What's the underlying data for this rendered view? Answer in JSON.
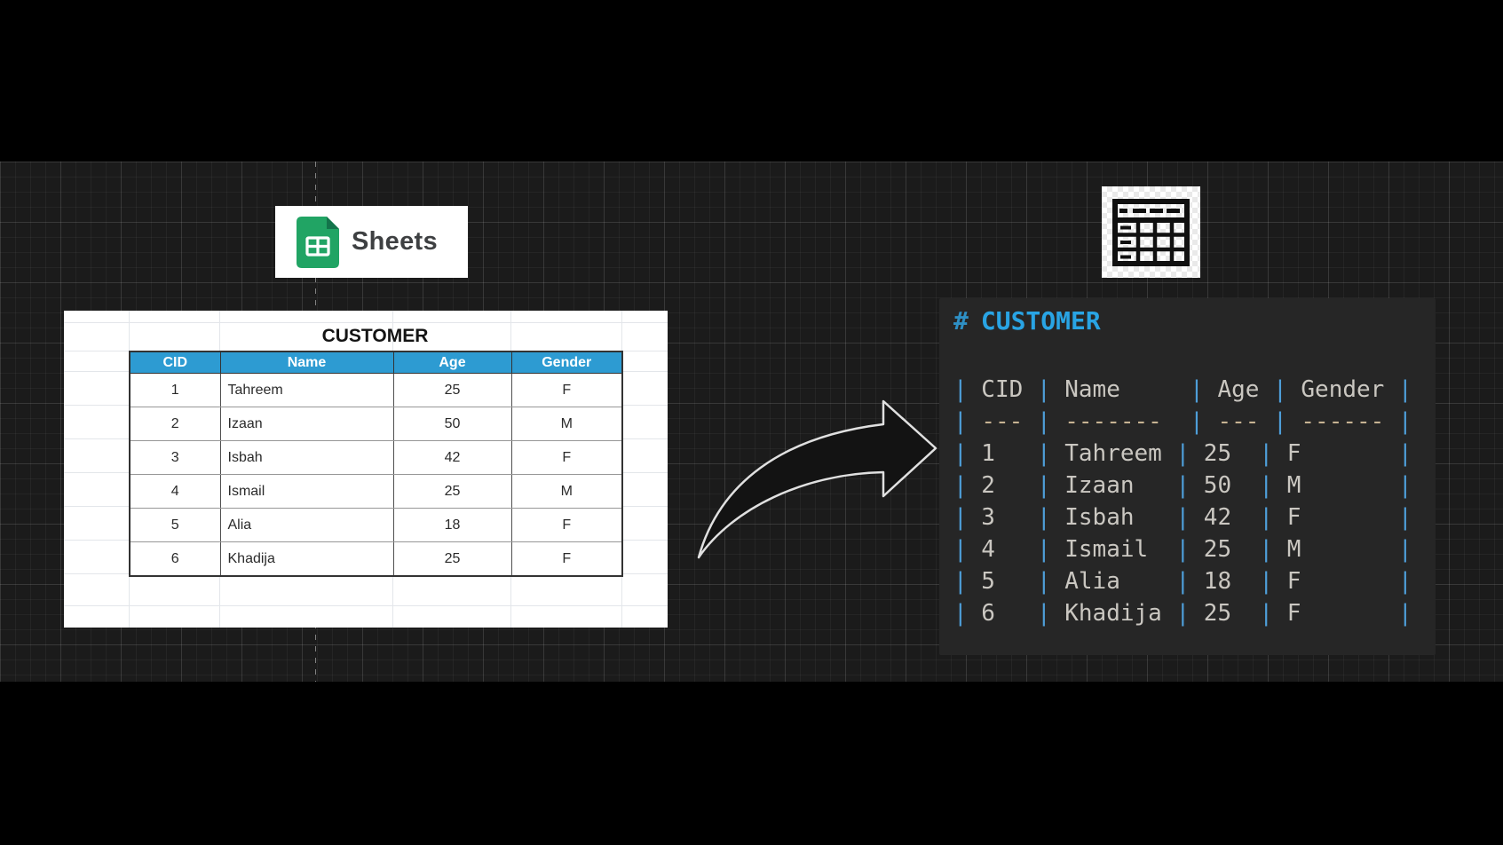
{
  "sheets_badge": {
    "label": "Sheets"
  },
  "spreadsheet": {
    "title": "CUSTOMER",
    "columns": [
      "CID",
      "Name",
      "Age",
      "Gender"
    ],
    "rows": [
      [
        "1",
        "Tahreem",
        "25",
        "F"
      ],
      [
        "2",
        "Izaan",
        "50",
        "M"
      ],
      [
        "3",
        "Isbah",
        "42",
        "F"
      ],
      [
        "4",
        "Ismail",
        "25",
        "M"
      ],
      [
        "5",
        "Alia",
        "18",
        "F"
      ],
      [
        "6",
        "Khadija",
        "25",
        "F"
      ]
    ]
  },
  "markdown_panel": {
    "heading_hash": "#",
    "heading_text": "CUSTOMER",
    "lines": [
      "| CID | Name     | Age | Gender |",
      "| --- | -------  | --- | ------ |",
      "| 1   | Tahreem | 25  | F       |",
      "| 2   | Izaan   | 50  | M       |",
      "| 3   | Isbah   | 42  | F       |",
      "| 4   | Ismail  | 25  | M       |",
      "| 5   | Alia    | 18  | F       |",
      "| 6   | Khadija | 25  | F       |"
    ]
  },
  "colors": {
    "sheet_header_blue": "#2d9bd2",
    "md_heading_blue": "#29a4e4",
    "md_pipe_blue": "#4e9ed8",
    "canvas_dark": "#1b1b1b",
    "panel_dark": "#262626",
    "sheets_green": "#21a464"
  }
}
